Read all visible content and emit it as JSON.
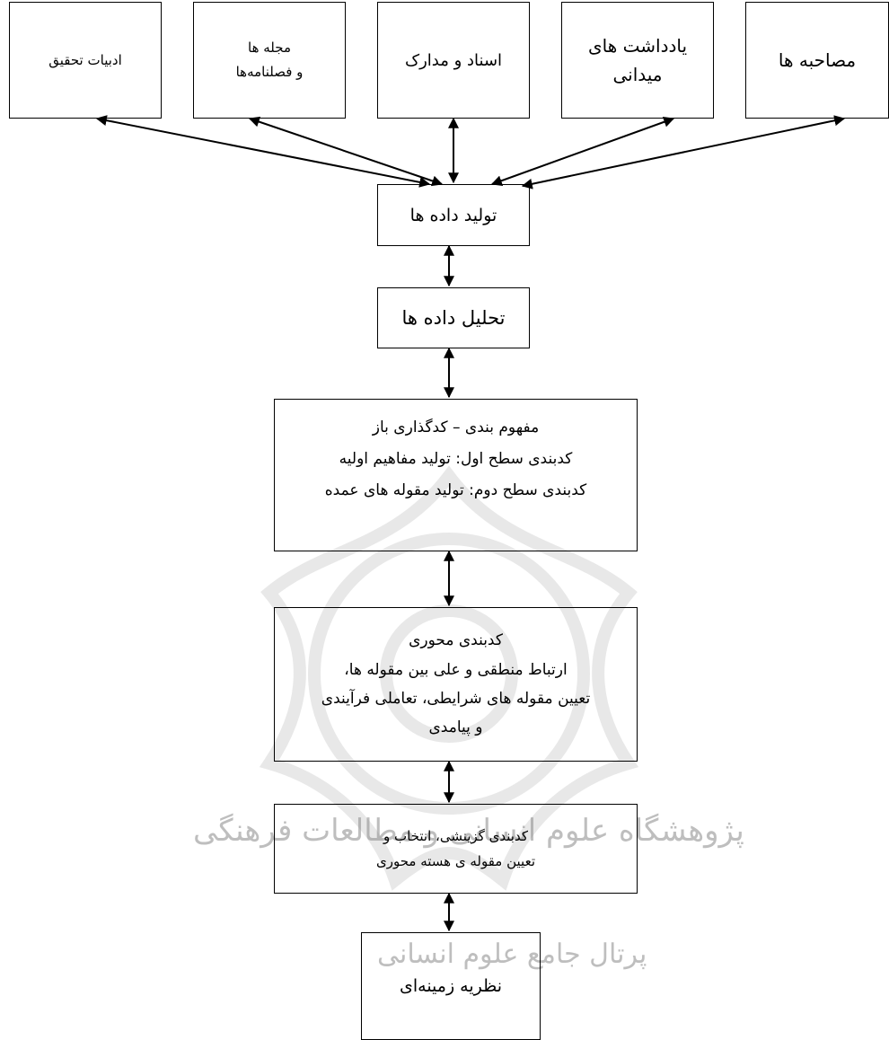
{
  "sources": [
    {
      "id": "interviews",
      "lines": [
        "مصاحبه ها"
      ]
    },
    {
      "id": "field_notes",
      "lines": [
        "یادداشت های",
        "میدانی"
      ]
    },
    {
      "id": "documents",
      "lines": [
        "اسناد و مدارک"
      ]
    },
    {
      "id": "journals",
      "lines": [
        "مجله ها",
        "و فصلنامه‌ها"
      ]
    },
    {
      "id": "literature",
      "lines": [
        "ادبیات تحقیق"
      ]
    }
  ],
  "steps": [
    {
      "id": "data_generation",
      "lines": [
        "تولید داده ها"
      ]
    },
    {
      "id": "data_analysis",
      "lines": [
        "تحلیل داده ها"
      ]
    },
    {
      "id": "open_coding",
      "lines": [
        "مفهوم بندی – کدگذاری باز",
        "کدبندی سطح اول: تولید مفاهیم اولیه",
        "کدبندی سطح دوم: تولید مقوله های عمده"
      ]
    },
    {
      "id": "axial_coding",
      "lines": [
        "کدبندی محوری",
        "ارتباط منطقی و علی بین مقوله ها،",
        "تعیین مقوله های شرایطی، تعاملی فرآیندی",
        "و پیامدی"
      ]
    },
    {
      "id": "selective_coding",
      "lines": [
        "کدبندی گزینشی، انتخاب و",
        "تعیین مقوله ی هسته محوری"
      ]
    },
    {
      "id": "grounded_theory",
      "lines": [
        "نظریه زمینه‌ای"
      ]
    }
  ],
  "watermark": {
    "line1": "پژوهشگاه علوم انسانی و مطالعات فرهنگی",
    "line2": "پرتال جامع علوم انسانی"
  }
}
